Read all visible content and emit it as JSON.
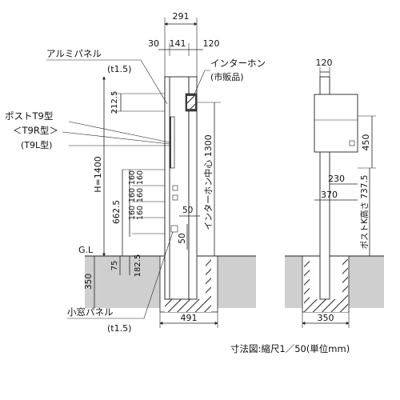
{
  "front_view": {
    "dims": {
      "top_width": "291",
      "top_left": "30",
      "top_mid": "141",
      "top_right": "120",
      "d_212_5": "212.5",
      "d_1300": "インターホン中心 1300",
      "d_1400": "H=1400",
      "d_662_5": "662.5",
      "d_160a": "160",
      "d_160b": "160",
      "d_160c": "160",
      "d_160d": "160",
      "d_160e": "160",
      "d_160f": "160",
      "d_50a": "50",
      "d_50b": "50",
      "d_75": "75",
      "d_182_5": "182.5",
      "d_350": "350",
      "d_491": "491"
    },
    "labels": {
      "aluminum_panel": "アルミパネル",
      "aluminum_panel_thickness": "(t1.5)",
      "post_type_1": "ポストT9型",
      "post_type_2": "＜T9R型＞",
      "post_type_3": "(T9L型)",
      "intercom": "インターホン",
      "intercom_note": "(市販品)",
      "ground_level": "G.L",
      "small_window_panel": "小窓パネル",
      "small_window_thickness": "(t1.5)"
    }
  },
  "side_view": {
    "dims": {
      "top_width": "120",
      "d_450": "450",
      "d_230": "230",
      "d_370": "370",
      "d_737_5": "ポストK高さ 737.5",
      "d_350": "350"
    }
  },
  "caption": "寸法図:縮尺1／50(単位mm)"
}
